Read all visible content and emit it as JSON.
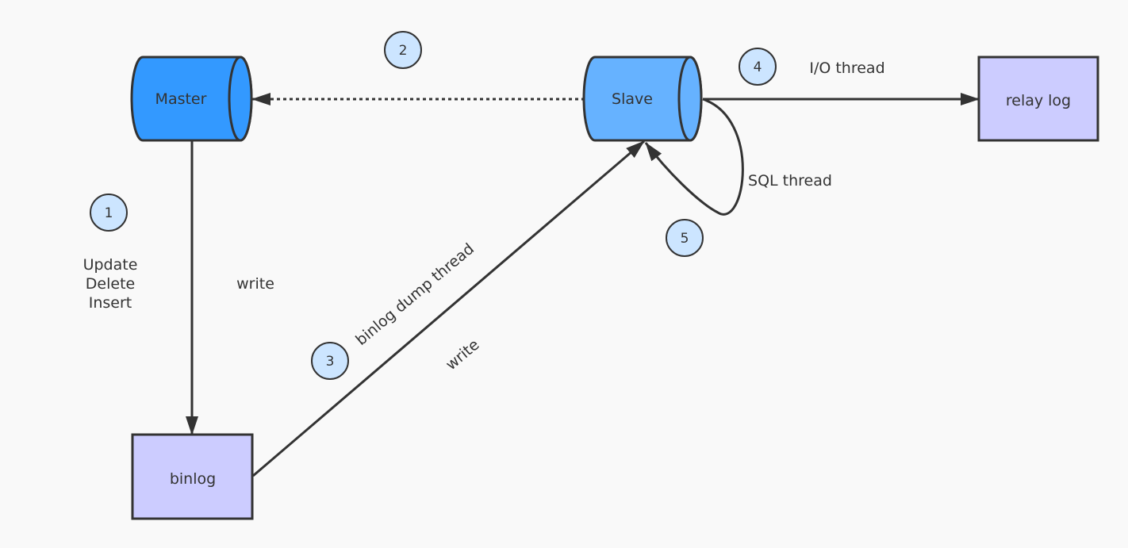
{
  "nodes": {
    "master": {
      "label": "Master"
    },
    "slave": {
      "label": "Slave"
    },
    "relay_log": {
      "label": "relay log"
    },
    "binlog": {
      "label": "binlog"
    }
  },
  "steps": [
    "1",
    "2",
    "3",
    "4",
    "5"
  ],
  "operations": [
    "Update",
    "Delete",
    "Insert"
  ],
  "edges": {
    "master_binlog": "write",
    "binlog_dump": "binlog dump thread",
    "binlog_slave": "write",
    "io_thread": "I/O thread",
    "sql_thread": "SQL thread"
  },
  "colors": {
    "master_fill": "#3399ff",
    "slave_fill": "#66b2ff",
    "log_fill": "#ccccff",
    "step_fill": "#cce5ff",
    "stroke": "#333333",
    "text": "#333333",
    "background": "#f9f9f9"
  }
}
